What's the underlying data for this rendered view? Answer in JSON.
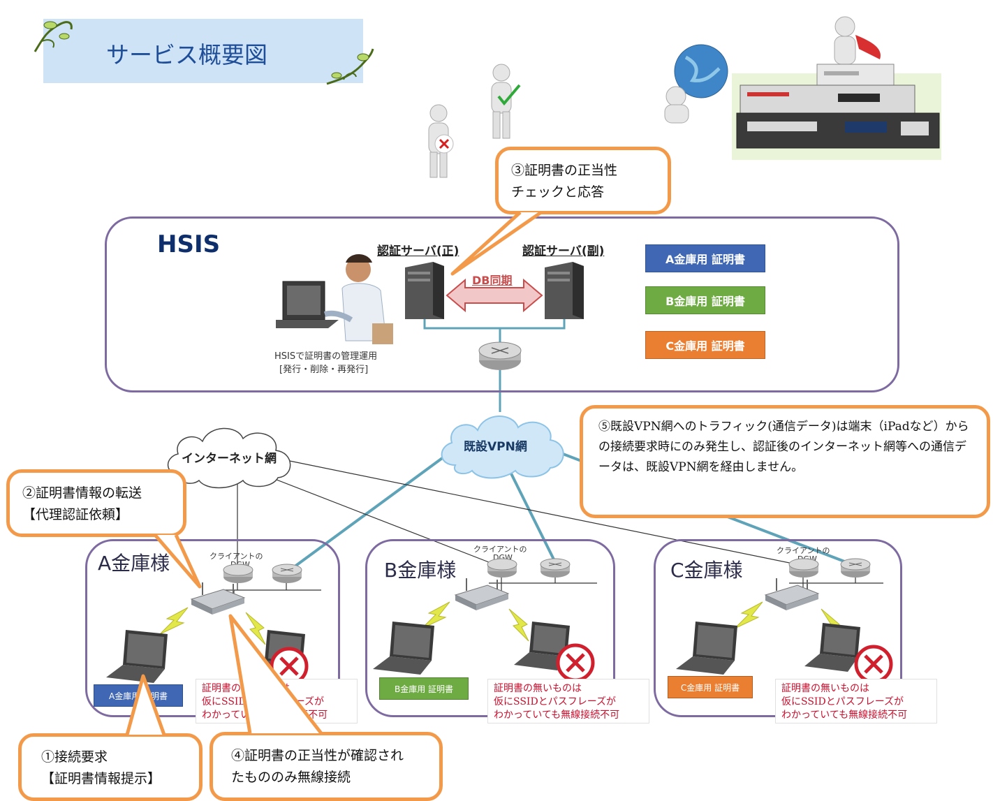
{
  "title": "サービス概要図",
  "hsis": {
    "label": "HSIS",
    "primary_server": "認証サーバ(正)",
    "secondary_server": "認証サーバ(副)",
    "sync_label": "DB同期",
    "ops_line1": "HSISで証明書の管理運用",
    "ops_line2": "[発行・削除・再発行]",
    "certs": [
      "A金庫用 証明書",
      "B金庫用 証明書",
      "C金庫用 証明書"
    ]
  },
  "networks": {
    "internet": "インターネット網",
    "vpn": "既設VPN網"
  },
  "banks": [
    {
      "title": "A金庫様",
      "cert": "A金庫用 証明書",
      "dgw_line1": "クライアントの",
      "dgw_line2": "DGW"
    },
    {
      "title": "B金庫様",
      "cert": "B金庫用 証明書",
      "dgw_line1": "クライアントの",
      "dgw_line2": "DGW"
    },
    {
      "title": "C金庫様",
      "cert": "C金庫用 証明書",
      "dgw_line1": "クライアントの",
      "dgw_line2": "DGW"
    }
  ],
  "warning": {
    "line1": "証明書の無いものは",
    "line2": "仮にSSIDとパスフレーズが",
    "line3": "わかっていても無線接続不可"
  },
  "callouts": {
    "c1_line1": "①接続要求",
    "c1_line2": "【証明書情報提示】",
    "c2_line1": "②証明書情報の転送",
    "c2_line2": "【代理認証依頼】",
    "c3_line1": "③証明書の正当性",
    "c3_line2": "チェックと応答",
    "c4_line1": "④証明書の正当性が確認され",
    "c4_line2": "たもののみ無線接続",
    "c5_text": "⑤既設VPN網へのトラフィック(通信データ)は端末（iPadなど）からの接続要求時にのみ発生し、認証後のインターネット網等への通信データは、既設VPN網を経由しません。"
  },
  "colors": {
    "callout_border": "#f39a4a",
    "panel_border": "#7d6aa0",
    "link_teal": "#5fa3b8",
    "cert_a": "#3f67b4",
    "cert_b": "#6fab43",
    "cert_c": "#ea7f32",
    "warn_red": "#c8102e"
  },
  "icons": [
    "vine-ornament-icon",
    "person-cross-icon",
    "person-check-icon",
    "globe-person-icon",
    "appliance-stack-icon",
    "operator-laptop-icon",
    "server-icon",
    "router-icon",
    "access-point-icon",
    "laptop-icon",
    "lightning-icon",
    "no-entry-icon",
    "cloud-icon"
  ]
}
